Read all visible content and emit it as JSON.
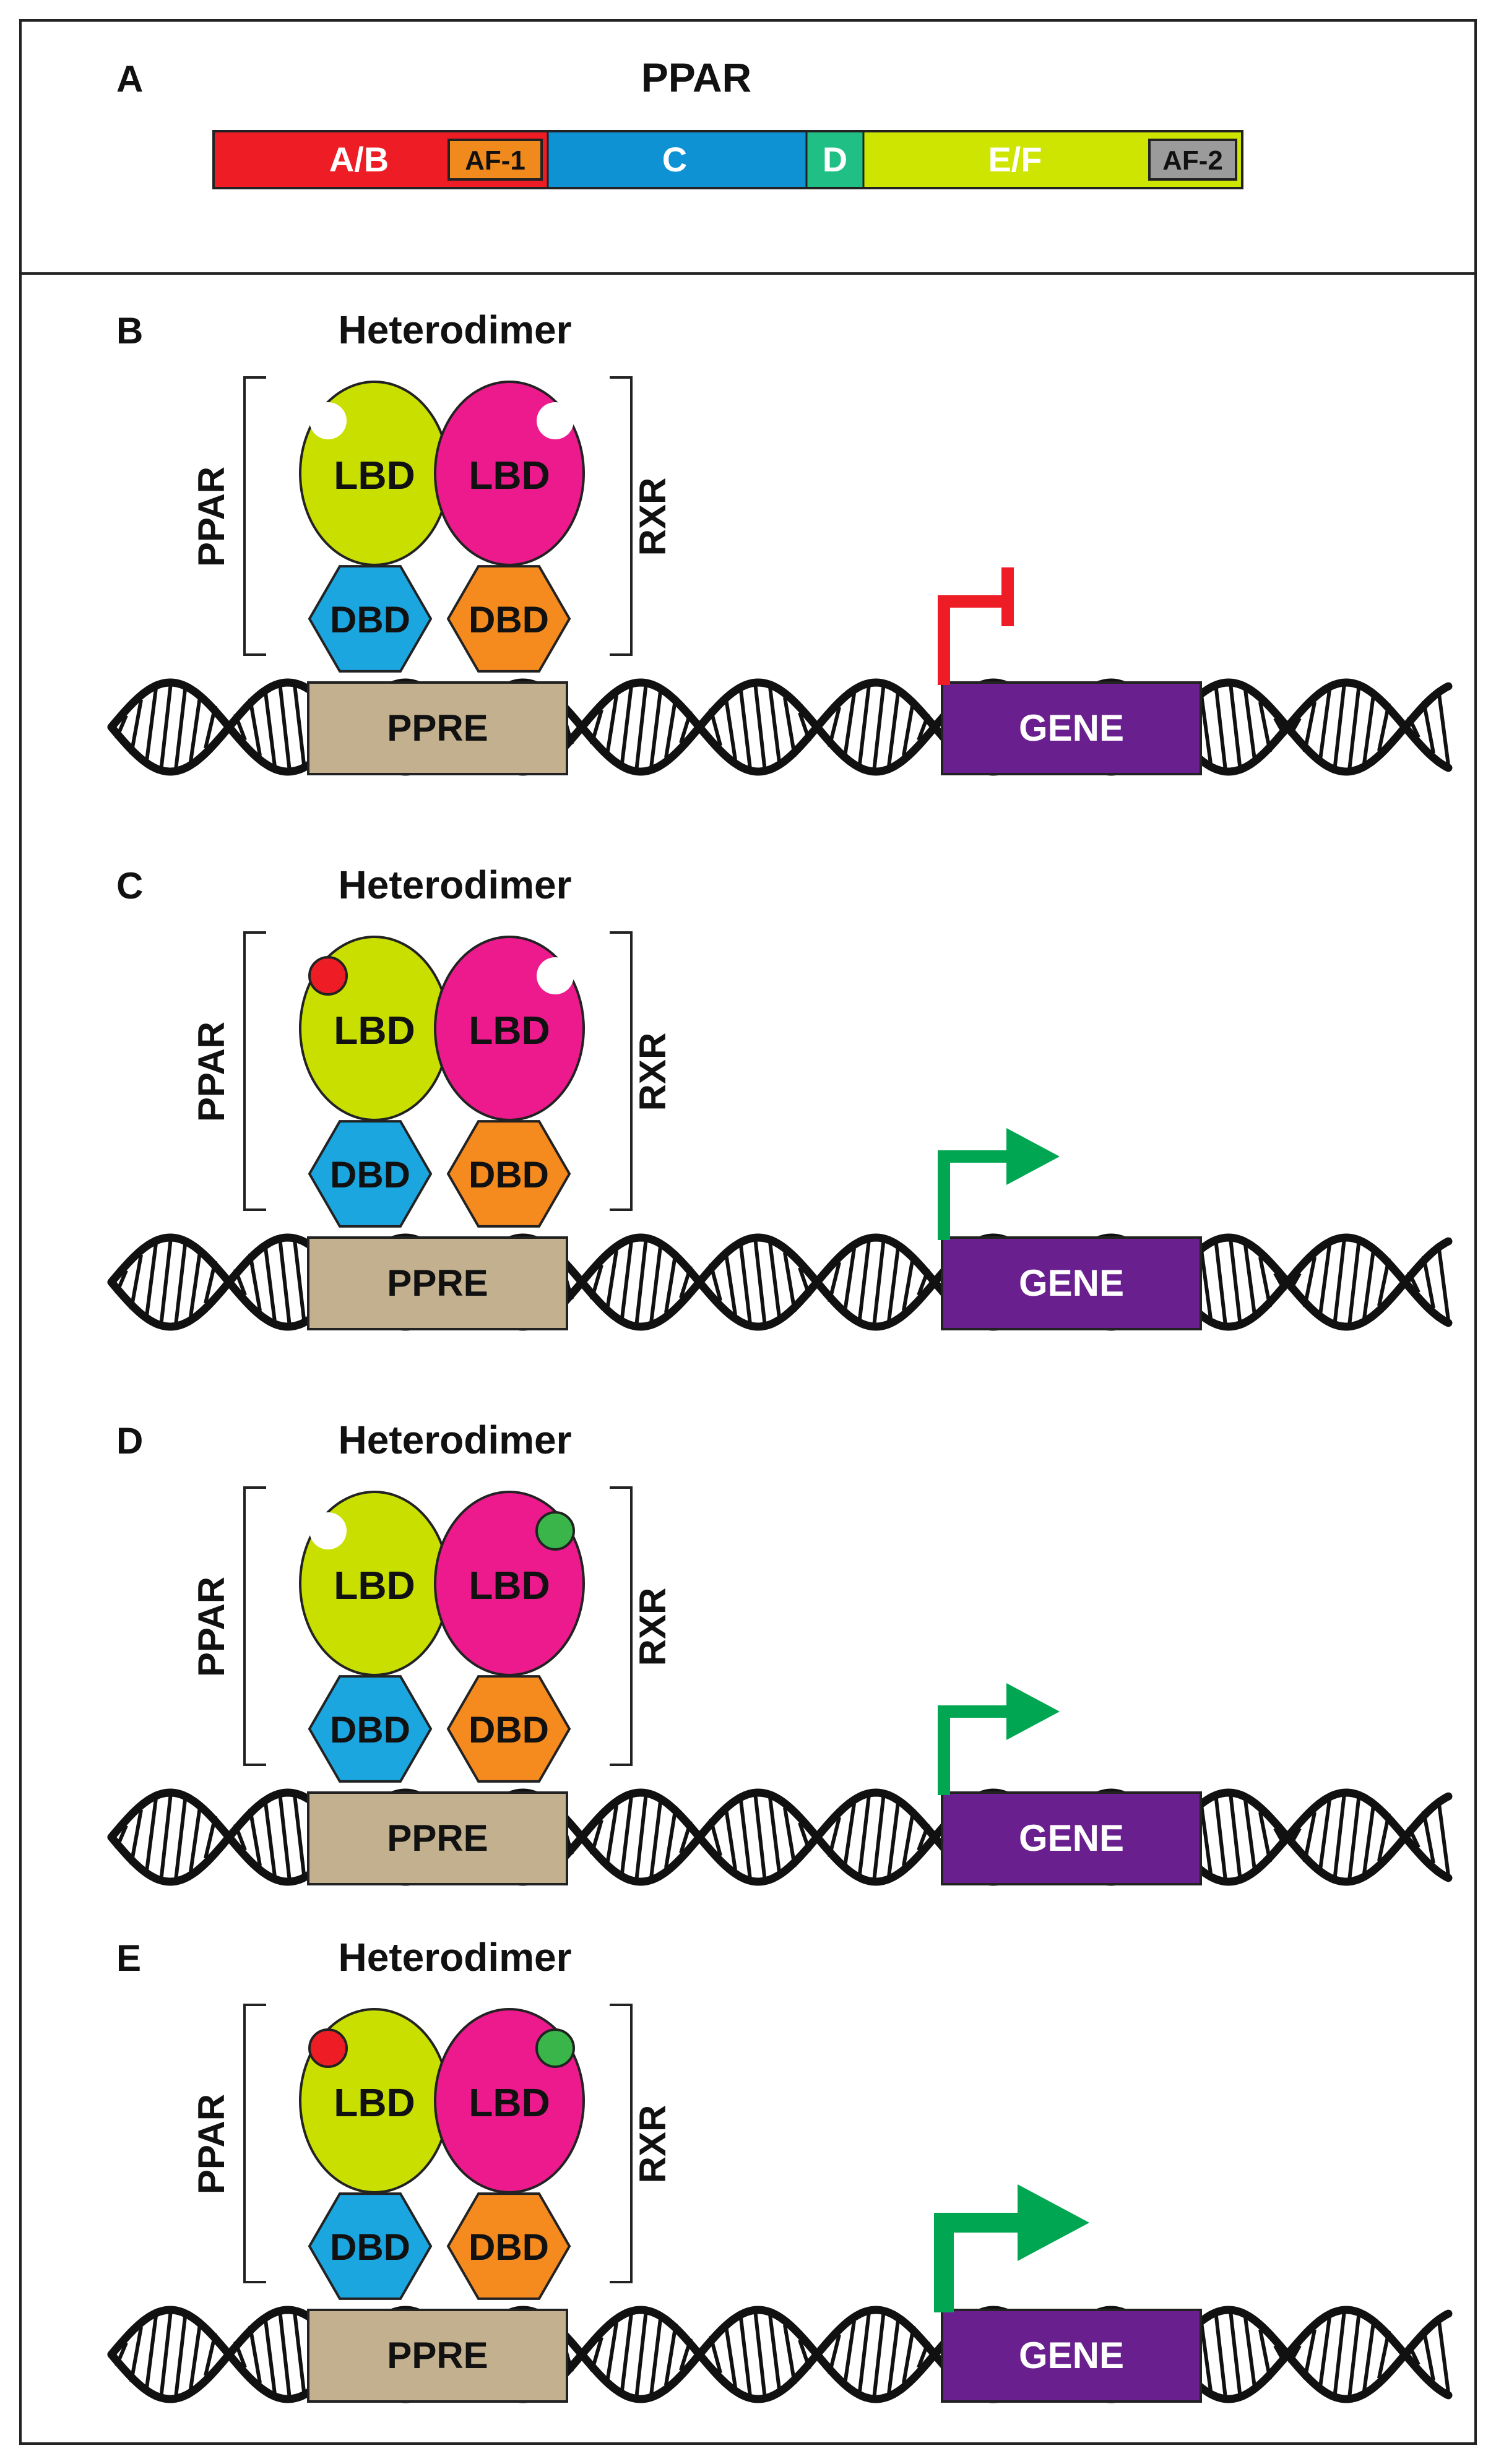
{
  "panel_a": {
    "label": "A",
    "title": "PPAR",
    "segments": [
      {
        "label": "A/B",
        "color": "#ee1c25",
        "text_color": "#ffffff"
      },
      {
        "label": "C",
        "color": "#0f92d4",
        "text_color": "#ffffff"
      },
      {
        "label": "D",
        "color": "#1fbf85",
        "text_color": "#ffffff"
      },
      {
        "label": "E/F",
        "color": "#cde500",
        "text_color": "#ffffff"
      }
    ],
    "af1": {
      "label": "AF-1",
      "color": "#f08a1c"
    },
    "af2": {
      "label": "AF-2",
      "color": "#9b9b9b"
    }
  },
  "colors": {
    "ppar_lbd": "#c8df00",
    "rxr_lbd": "#ec1a8c",
    "ppar_dbd": "#1ba6e0",
    "rxr_dbd": "#f58a1f",
    "ppre": "#c2b08f",
    "gene": "#6a1f8e",
    "repress_arrow": "#ee1c25",
    "activate_arrow": "#00a651",
    "ppar_ligand": "#ee1c25",
    "rxr_ligand": "#39b54a",
    "dna": "#111111"
  },
  "text": {
    "heterodimer": "Heterodimer",
    "ppar": "PPAR",
    "rxr": "RXR",
    "lbd": "LBD",
    "dbd": "DBD",
    "ppre": "PPRE",
    "gene": "GENE"
  },
  "panels": [
    {
      "label": "B",
      "ppar_ligand": false,
      "rxr_ligand": false,
      "state": "repressed"
    },
    {
      "label": "C",
      "ppar_ligand": true,
      "rxr_ligand": false,
      "state": "active"
    },
    {
      "label": "D",
      "ppar_ligand": false,
      "rxr_ligand": true,
      "state": "active"
    },
    {
      "label": "E",
      "ppar_ligand": true,
      "rxr_ligand": true,
      "state": "strongly-active"
    }
  ]
}
